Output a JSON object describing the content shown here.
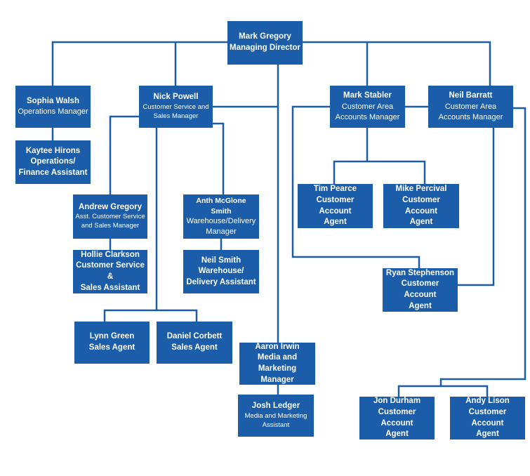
{
  "org_chart": {
    "mark_gregory": {
      "name": "Mark Gregory",
      "role": [
        "Managing Director"
      ]
    },
    "sophia_walsh": {
      "name": "Sophia Walsh",
      "role": [
        "Operations Manager"
      ]
    },
    "kaytee_hirons": {
      "name": "Kaytee Hirons",
      "role": [
        "Operations/",
        "Finance Assistant"
      ]
    },
    "nick_powell": {
      "name": "Nick Powell",
      "role": [
        "Customer Service and",
        "Sales Manager"
      ]
    },
    "andrew_gregory": {
      "name": "Andrew Gregory",
      "role": [
        "Asst. Customer Service",
        "and Sales Manager"
      ]
    },
    "hollie_clarkson": {
      "name": "Hollie Clarkson",
      "role": [
        "Customer Service &",
        "Sales Assistant"
      ]
    },
    "anth_mcglone_smith": {
      "name": "Anth McGlone Smith",
      "role": [
        "Warehouse/Delivery",
        "Manager"
      ]
    },
    "neil_smith": {
      "name": "Neil Smith",
      "role": [
        "Warehouse/",
        "Delivery Assistant"
      ]
    },
    "lynn_green": {
      "name": "Lynn Green",
      "role": [
        "Sales Agent"
      ]
    },
    "daniel_corbett": {
      "name": "Daniel Corbett",
      "role": [
        "Sales Agent"
      ]
    },
    "aaron_irwin": {
      "name": "Aaron Irwin",
      "role": [
        "Media and",
        "Marketing Manager"
      ]
    },
    "josh_ledger": {
      "name": "Josh Ledger",
      "role": [
        "Media and Marketing",
        "Assistant"
      ]
    },
    "mark_stabler": {
      "name": "Mark Stabler",
      "role": [
        "Customer Area",
        "Accounts Manager"
      ]
    },
    "neil_barratt": {
      "name": "Neil Barratt",
      "role": [
        "Customer Area",
        "Accounts Manager"
      ]
    },
    "tim_pearce": {
      "name": "Tim Pearce",
      "role": [
        "Customer Account",
        "Agent"
      ]
    },
    "mike_percival": {
      "name": "Mike Percival",
      "role": [
        "Customer Account",
        "Agent"
      ]
    },
    "ryan_stephenson": {
      "name": "Ryan Stephenson",
      "role": [
        "Customer Account",
        "Agent"
      ]
    },
    "jon_durham": {
      "name": "Jon Durham",
      "role": [
        "Customer Account",
        "Agent"
      ]
    },
    "andy_lison": {
      "name": "Andy Lison",
      "role": [
        "Customer Account",
        "Agent"
      ]
    }
  },
  "colors": {
    "box": "#1b5da8",
    "line": "#1b5da8",
    "text": "#ffffff"
  }
}
